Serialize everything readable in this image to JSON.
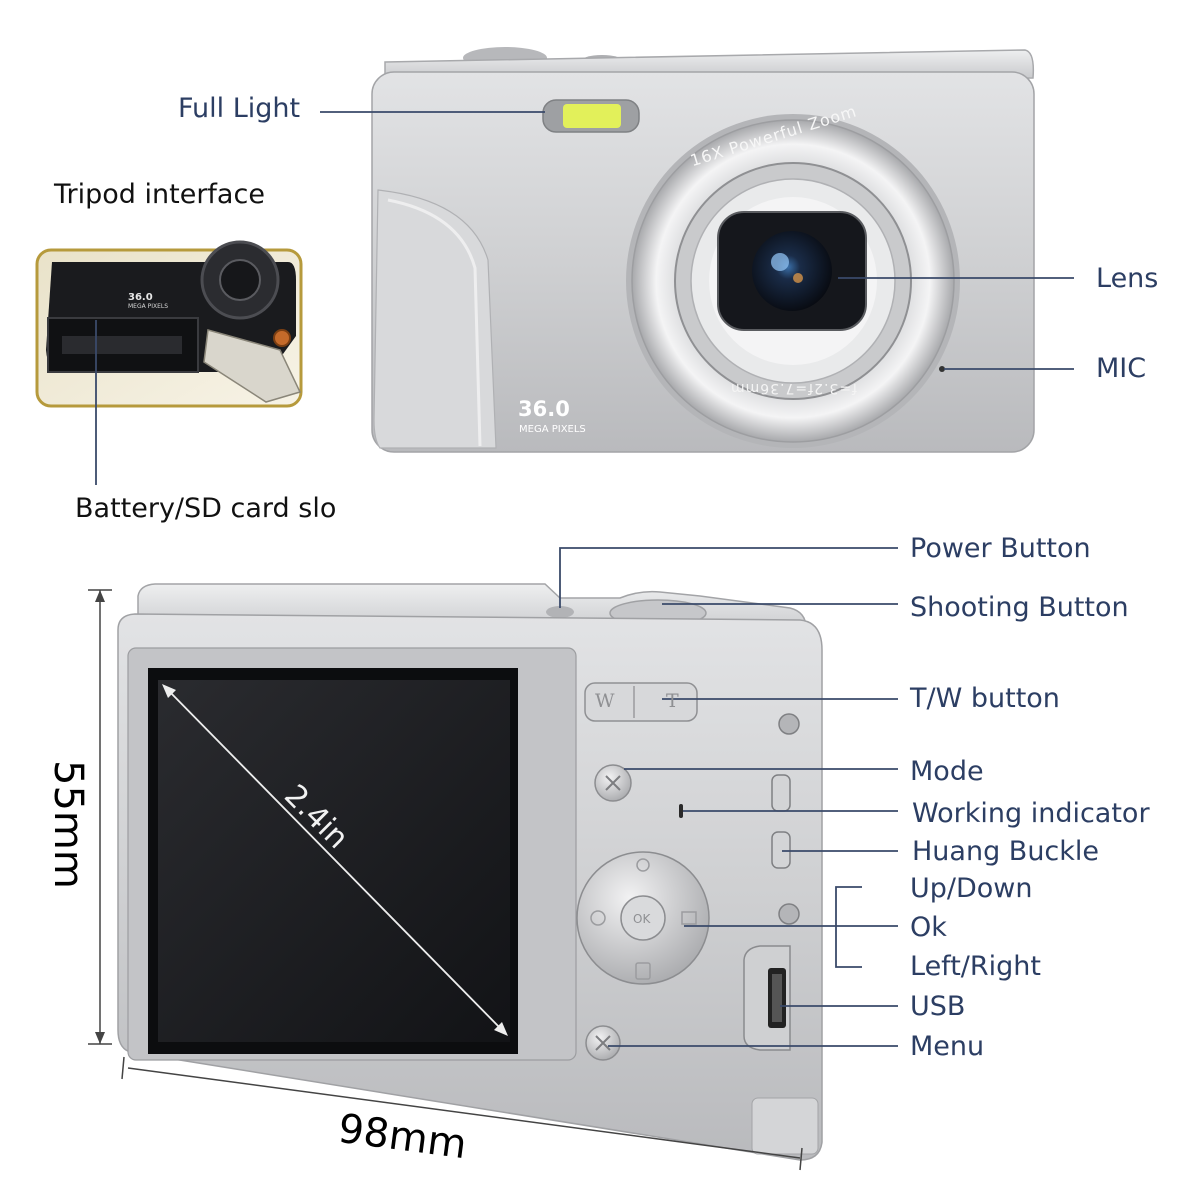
{
  "top_view": {
    "labels": {
      "full_light": "Full Light",
      "tripod_interface": "Tripod interface",
      "battery_slot": "Battery/SD card slo",
      "lens": "Lens",
      "mic": "MIC"
    },
    "lens_ring_text": "16X Powerful Zoom",
    "lens_spec_text": "f=3.2f=7.36mm",
    "megapixels": "36.0",
    "megapixels_caption": "MEGA PIXELS",
    "inset_megapixels": "36.0",
    "inset_caption": "MEGA PIXELS"
  },
  "back_view": {
    "labels": {
      "power_button": "Power Button",
      "shooting_button": "Shooting Button",
      "tw_button": "T/W button",
      "mode": "Mode",
      "working_indicator": "Working indicator",
      "huang_buckle": "Huang Buckle",
      "up_down": "Up/Down",
      "ok": "Ok",
      "left_right": "Left/Right",
      "usb": "USB",
      "menu": "Menu"
    },
    "screen_size": "2.4in",
    "zoom_w": "W",
    "zoom_t": "T",
    "ok_button_text": "OK"
  },
  "dimensions": {
    "height": "55mm",
    "width": "98mm"
  },
  "colors": {
    "label_text": "#2c3e63",
    "leader_line": "#3a4a6a",
    "camera_body": "#c9cacc",
    "screen": "#1c1d20",
    "flash": "#e2f05a",
    "inset_border": "#b69a3c"
  }
}
